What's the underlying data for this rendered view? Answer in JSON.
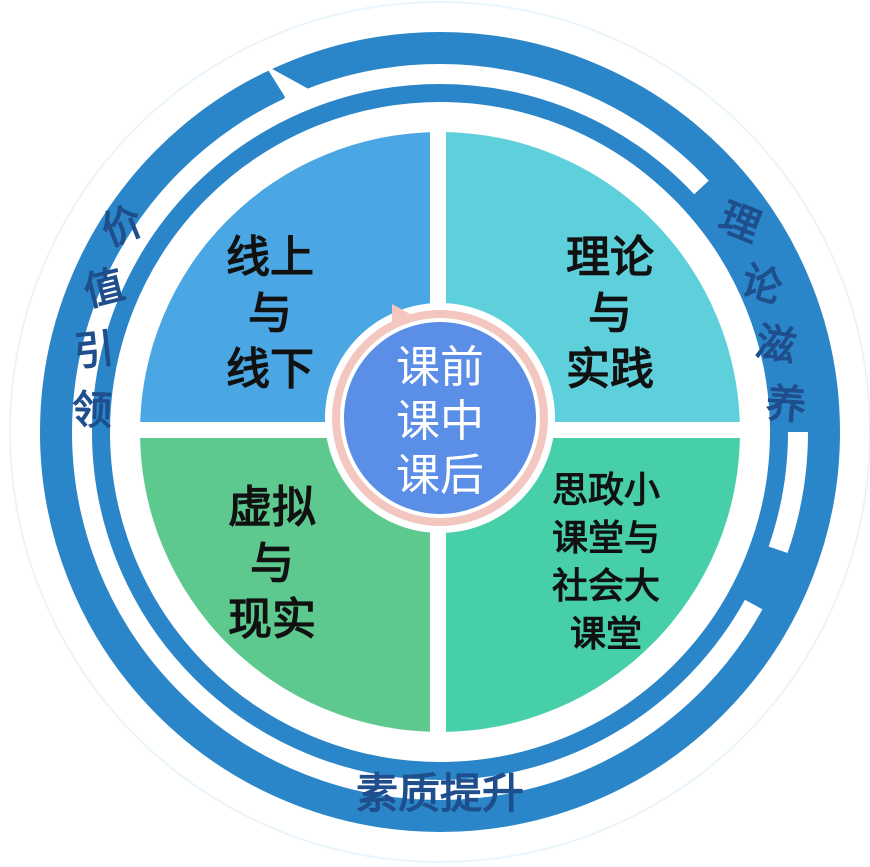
{
  "quadrants": {
    "top_left": {
      "lines": [
        "线上",
        "与",
        "线下"
      ]
    },
    "top_right": {
      "lines": [
        "理论",
        "与",
        "实践"
      ]
    },
    "bottom_left": {
      "lines": [
        "虚拟",
        "与",
        "现实"
      ]
    },
    "bottom_right": {
      "lines": [
        "思政小",
        "课堂与",
        "社会大",
        "课堂"
      ]
    }
  },
  "center": {
    "lines": [
      "课前",
      "课中",
      "课后"
    ]
  },
  "ring": {
    "left": [
      "价",
      "值",
      "引",
      "领"
    ],
    "right": [
      "理",
      "论",
      "滋",
      "养"
    ],
    "bottom": "素质提升"
  },
  "colors": {
    "ring_blue": "#2a86c8",
    "top_left": "#4aa7e3",
    "top_right": "#5ed0dc",
    "bottom_left": "#5ec98f",
    "bottom_right": "#46cfa9",
    "center": "#5b8ee6",
    "center_ring": "#f3c7bf"
  }
}
